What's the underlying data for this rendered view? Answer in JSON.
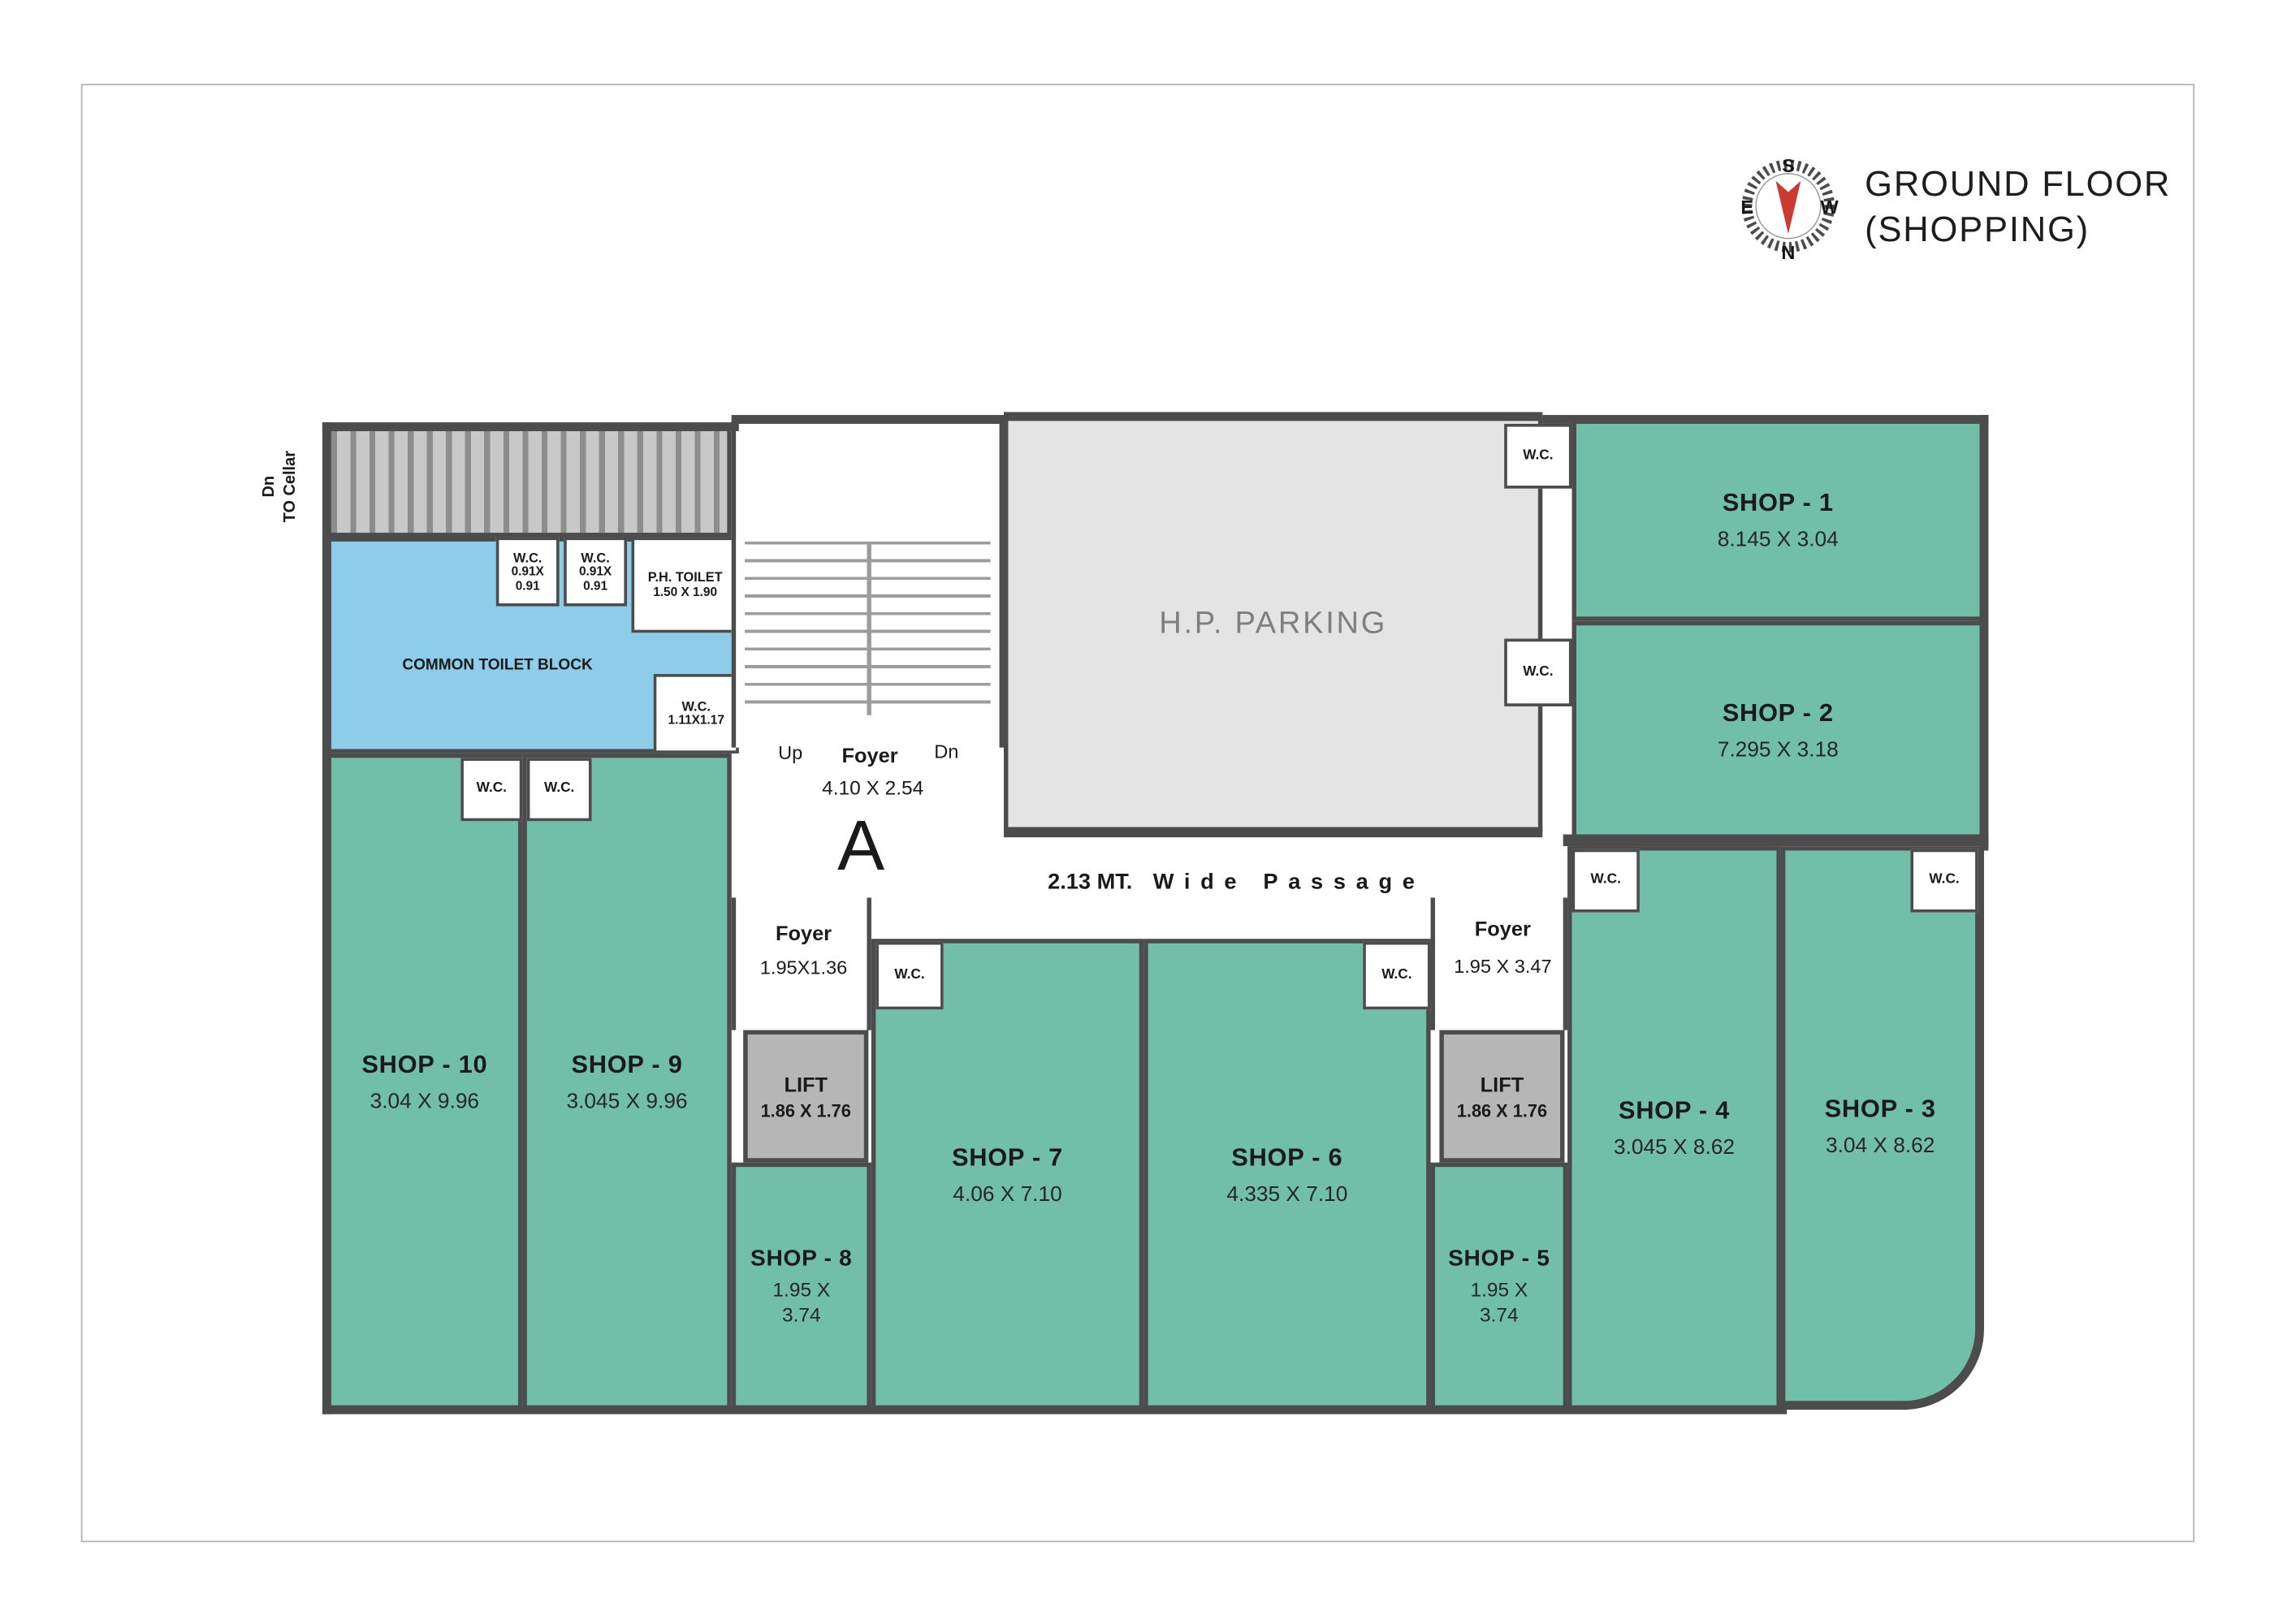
{
  "colors": {
    "wall": "#4c4c4c",
    "shop": "#71bfa8",
    "toilet": "#8ecde9",
    "parking": "#e4e4e4",
    "lift": "#b6b6b6",
    "needle": "#cb3a30"
  },
  "header": {
    "title_line1": "GROUND FLOOR",
    "title_line2": "(SHOPPING)",
    "compass": {
      "n": "N",
      "s": "S",
      "e": "E",
      "w": "W"
    }
  },
  "labels": {
    "wc": "W.C.",
    "lift": "LIFT",
    "lift_dim": "1.86 X 1.76",
    "parking": "H.P. PARKING",
    "passage_prefix": "2.13 MT.",
    "passage_text": "Wide Passage",
    "cellar_line1": "Dn",
    "cellar_line2": "TO Cellar"
  },
  "stairwell": {
    "up": "Up",
    "foyer": "Foyer",
    "dn": "Dn",
    "dim": "4.10 X 2.54",
    "block_letter": "A"
  },
  "foyers": {
    "left": {
      "label": "Foyer",
      "dim": "1.95X1.36"
    },
    "right": {
      "label": "Foyer",
      "dim": "1.95 X 3.47"
    }
  },
  "toilet_block": {
    "label": "COMMON TOILET BLOCK",
    "wc_small": {
      "name": "W.C.",
      "dim_l1": "0.91X",
      "dim_l2": "0.91"
    },
    "ph": {
      "name": "P.H. TOILET",
      "dim": "1.50 X 1.90"
    },
    "wc_med": {
      "name": "W.C.",
      "dim": "1.11X1.17"
    }
  },
  "shops": [
    {
      "name": "SHOP - 1",
      "dim": "8.145 X 3.04"
    },
    {
      "name": "SHOP - 2",
      "dim": "7.295 X 3.18"
    },
    {
      "name": "SHOP - 3",
      "dim": "3.04 X 8.62"
    },
    {
      "name": "SHOP - 4",
      "dim": "3.045 X 8.62"
    },
    {
      "name": "SHOP - 5",
      "dim": "1.95 X",
      "dim2": "3.74"
    },
    {
      "name": "SHOP - 6",
      "dim": "4.335 X 7.10"
    },
    {
      "name": "SHOP - 7",
      "dim": "4.06 X 7.10"
    },
    {
      "name": "SHOP - 8",
      "dim": "1.95 X",
      "dim2": "3.74"
    },
    {
      "name": "SHOP - 9",
      "dim": "3.045 X 9.96"
    },
    {
      "name": "SHOP - 10",
      "dim": "3.04 X 9.96"
    }
  ]
}
